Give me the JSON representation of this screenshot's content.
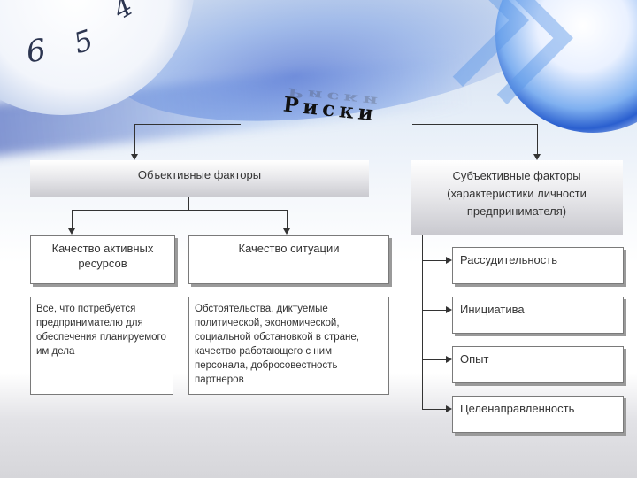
{
  "title": "Риски",
  "background": {
    "dial_numbers": [
      "6",
      "5",
      "4"
    ]
  },
  "objective": {
    "header": "Объективные факторы",
    "items": [
      {
        "label": "Качество активных ресурсов",
        "description": "Все, что потребуется предпринимателю для обеспечения планируемого им дела"
      },
      {
        "label": "Качество ситуации",
        "description": "Обстоятельства, диктуемые политической, экономической, социальной обстановкой в стране, качество работающего с ним персонала, добросовестность партнеров"
      }
    ]
  },
  "subjective": {
    "header": "Субъективные факторы",
    "subheader": "(характеристики личности предпринимателя)",
    "items": [
      "Рассудительность",
      "Инициатива",
      "Опыт",
      "Целенаправленность"
    ]
  }
}
